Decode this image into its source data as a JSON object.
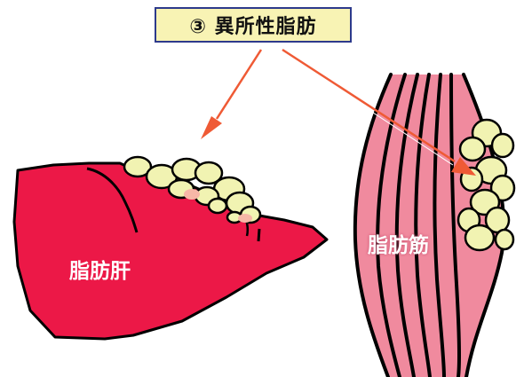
{
  "title": "③ 異所性脂肪",
  "labels": {
    "liver": "脂肪肝",
    "muscle": "脂肪筋"
  },
  "colors": {
    "title_bg": "#f8f3b4",
    "title_border": "#2d3a8c",
    "liver": "#ec1847",
    "muscle": "#f08a9e",
    "fat": "#f1f3b2",
    "arrow": "#ef5a35"
  }
}
